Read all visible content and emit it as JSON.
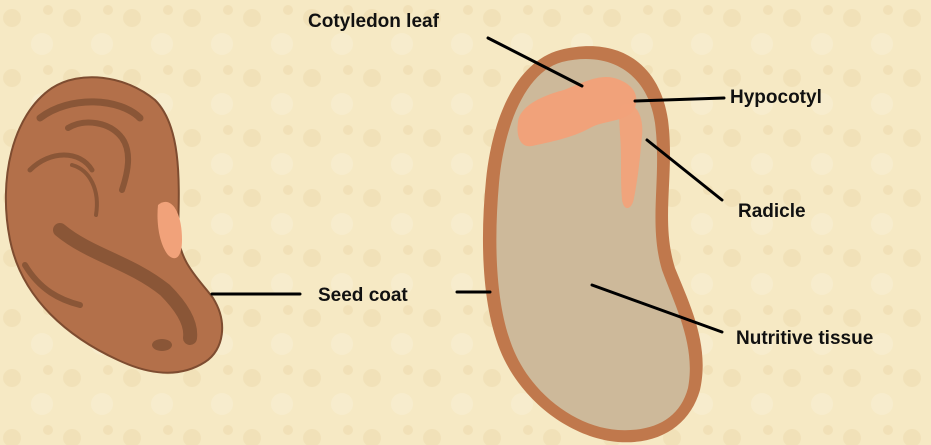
{
  "labels": {
    "cotyledon_leaf": "Cotyledon leaf",
    "hypocotyl": "Hypocotyl",
    "radicle": "Radicle",
    "seed_coat": "Seed coat",
    "nutritive_tissue": "Nutritive tissue"
  },
  "colors": {
    "background": "#f6e9c4",
    "whole_seed": "#b3704a",
    "whole_seed_markings": "#8a5637",
    "embryo": "#f1a27a",
    "seed_coat": "#c0784c",
    "nutritive_tissue": "#cdb99a",
    "leader_lines": "#000000"
  }
}
